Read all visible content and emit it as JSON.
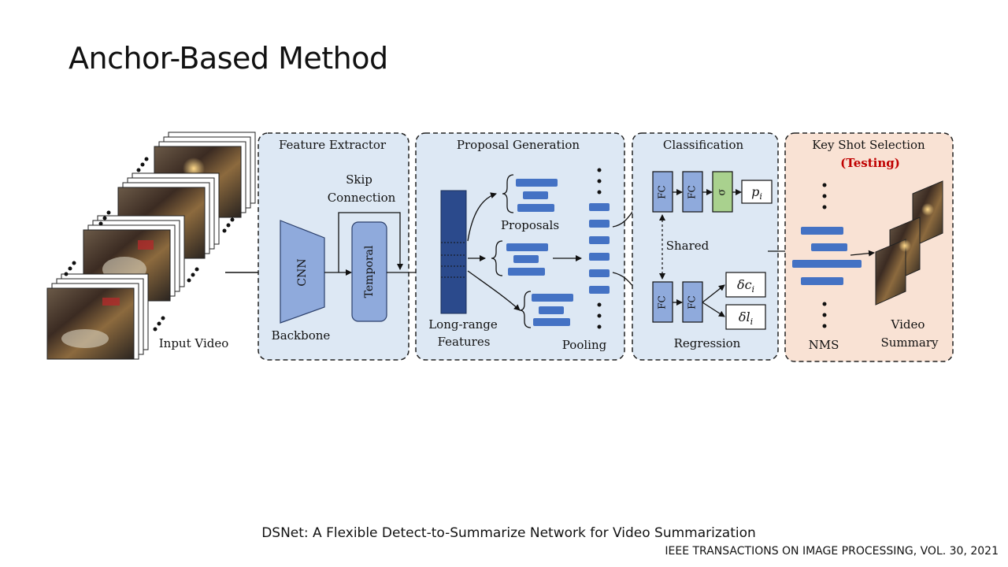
{
  "slide": {
    "title": "Anchor-Based Method",
    "caption": "DSNet: A Flexible Detect-to-Summarize Network for Video Summarization",
    "source": "IEEE TRANSACTIONS ON IMAGE PROCESSING, VOL. 30, 2021"
  },
  "diagram": {
    "input_label": "Input Video",
    "sections": {
      "feature_extractor": "Feature Extractor",
      "proposal_generation": "Proposal Generation",
      "classification": "Classification",
      "key_shot_selection": "Key Shot Selection",
      "testing": "(Testing)"
    },
    "labels": {
      "cnn": "CNN",
      "backbone": "Backbone",
      "skip_1": "Skip",
      "skip_2": "Connection",
      "temporal": "Temporal",
      "long_range_1": "Long-range",
      "long_range_2": "Features",
      "proposals": "Proposals",
      "pooling": "Pooling",
      "fc": "FC",
      "sigma": "σ",
      "shared": "Shared",
      "regression": "Regression",
      "nms": "NMS",
      "video_1": "Video",
      "video_2": "Summary"
    },
    "math": {
      "p": "p",
      "p_sub": "i",
      "dc": "δc",
      "dc_sub": "i",
      "dl": "δl",
      "dl_sub": "i"
    },
    "colors": {
      "panel_blue": "#dde8f4",
      "panel_orange": "#f9e2d4",
      "bar_blue": "#4472c4",
      "dark_blue": "#2b4a8c",
      "light_blue": "#8faadc",
      "fc_blue": "#8faadc",
      "sigma_green": "#a9d18e",
      "testing_red": "#c00000"
    }
  }
}
